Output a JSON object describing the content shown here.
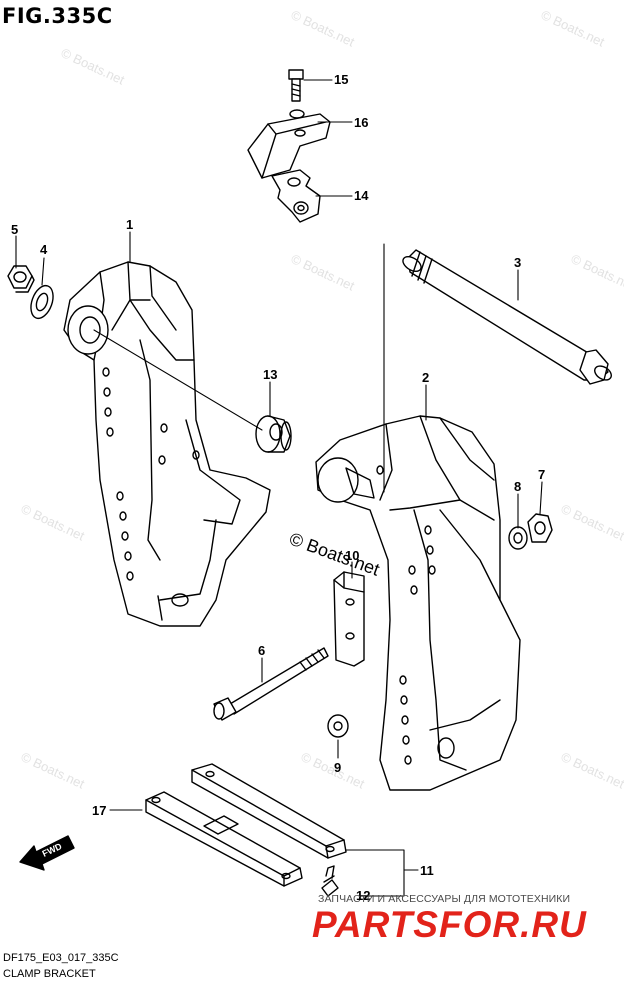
{
  "figure": {
    "title": "FIG.335C",
    "code": "DF175_E03_017_335C",
    "name": "CLAMP BRACKET"
  },
  "watermark": {
    "text": "© Boats.net",
    "copyright": "© Boats.net"
  },
  "brand": {
    "tagline": "ЗАПЧАСТИ И АКСЕССУАРЫ ДЛЯ МОТОТЕХНИКИ",
    "logo": "PARTSFOR.RU",
    "color": "#e2231a"
  },
  "direction_label": "FWD",
  "callouts": [
    {
      "id": "1",
      "label": "1"
    },
    {
      "id": "2",
      "label": "2"
    },
    {
      "id": "3",
      "label": "3"
    },
    {
      "id": "4",
      "label": "4"
    },
    {
      "id": "5",
      "label": "5"
    },
    {
      "id": "6",
      "label": "6"
    },
    {
      "id": "7",
      "label": "7"
    },
    {
      "id": "8",
      "label": "8"
    },
    {
      "id": "9",
      "label": "9"
    },
    {
      "id": "10",
      "label": "10"
    },
    {
      "id": "11",
      "label": "11"
    },
    {
      "id": "12",
      "label": "12"
    },
    {
      "id": "13",
      "label": "13"
    },
    {
      "id": "14",
      "label": "14"
    },
    {
      "id": "15",
      "label": "15"
    },
    {
      "id": "16",
      "label": "16"
    },
    {
      "id": "17",
      "label": "17"
    }
  ]
}
